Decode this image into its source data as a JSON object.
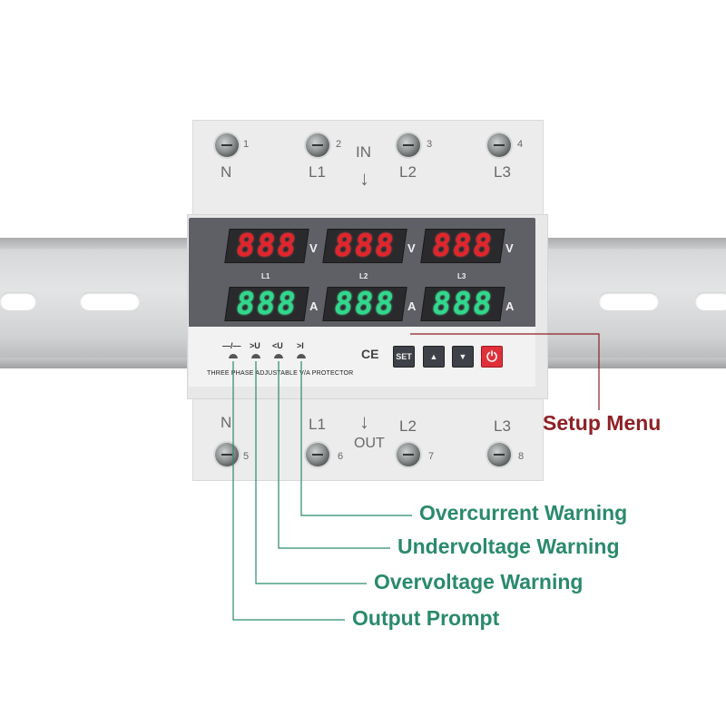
{
  "device": {
    "terminals_in": [
      {
        "label": "N",
        "num": "1"
      },
      {
        "label": "L1",
        "num": "2"
      },
      {
        "label": "L2",
        "num": "3"
      },
      {
        "label": "L3",
        "num": "4"
      }
    ],
    "terminals_out": [
      {
        "label": "N",
        "num": "5"
      },
      {
        "label": "L1",
        "num": "6"
      },
      {
        "label": "L2",
        "num": "7"
      },
      {
        "label": "L3",
        "num": "8"
      }
    ],
    "in_label": "IN",
    "out_label": "OUT",
    "arrow": "↓",
    "voltage_displays": [
      "888",
      "888",
      "888"
    ],
    "current_displays": [
      "888",
      "888",
      "888"
    ],
    "voltage_unit": "V",
    "current_unit": "A",
    "phases": [
      "L1",
      "L2",
      "L3"
    ],
    "indicators": [
      "—/—",
      ">U",
      "<U",
      ">I"
    ],
    "ce_mark": "CE",
    "buttons": {
      "set": "SET",
      "up": "▲",
      "down": "▼",
      "power": "⏻"
    },
    "product_tag": "THREE PHASE ADJUSTABLE V/A PROTECTOR"
  },
  "callouts": {
    "setup_menu": "Setup Menu",
    "overcurrent": "Overcurrent Warning",
    "undervoltage": "Undervoltage Warning",
    "overvoltage": "Overvoltage Warning",
    "output_prompt": "Output Prompt"
  },
  "colors": {
    "callout_green": "#2a8a6c",
    "callout_red": "#8e2025",
    "display_red": "#e3242b",
    "display_green": "#2fd88c",
    "power_button": "#e0303a"
  }
}
